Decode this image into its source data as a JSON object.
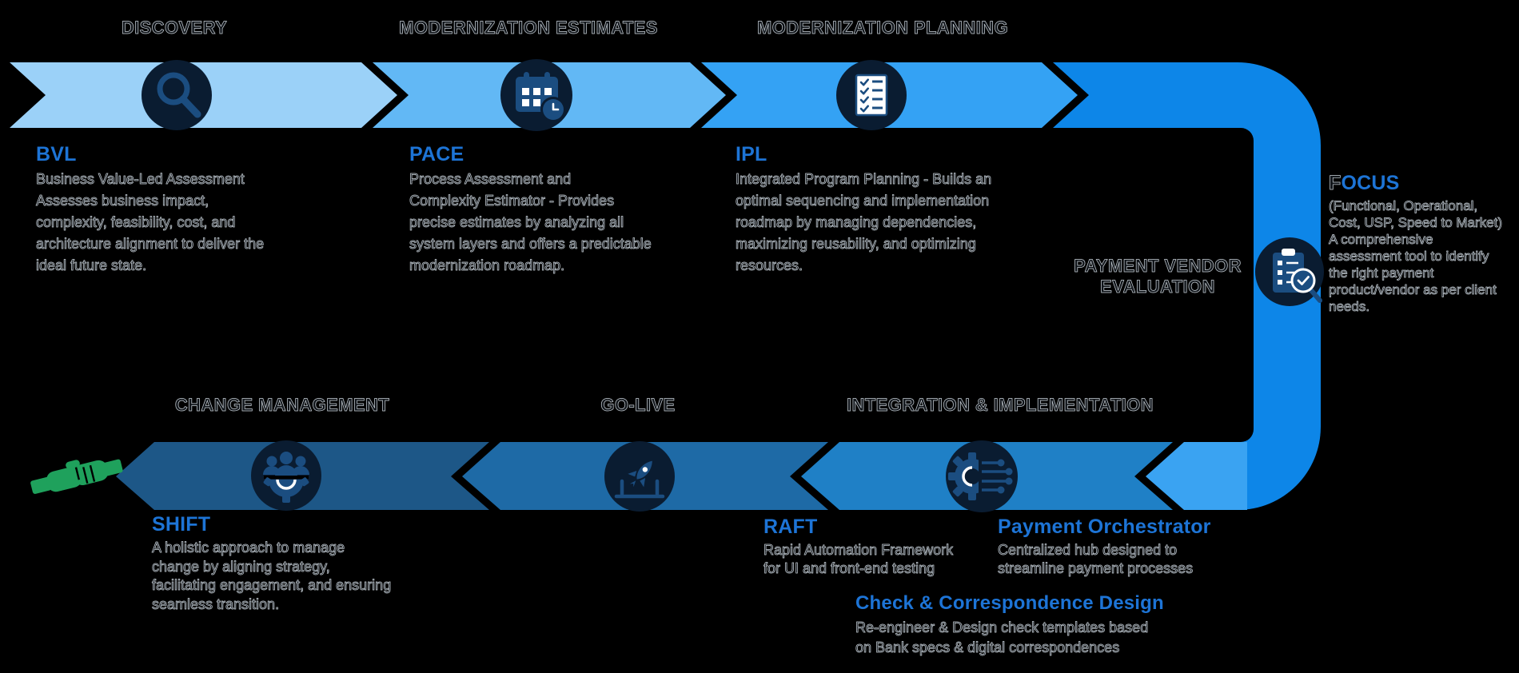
{
  "canvas": {
    "bg": "#000000"
  },
  "colors": {
    "top_segments": [
      "#9bd1f8",
      "#62b8f5",
      "#34a2f4"
    ],
    "curve": "#0d86e8",
    "bottom_segments": [
      "#3aa3f2",
      "#1f80c6",
      "#1e6aa6",
      "#1d5787"
    ],
    "icon_circle": "#0a1c31",
    "icon_glyph": "#1b4d80",
    "title_blue": "#1d74d6",
    "text_dark": "#101419",
    "handshake_green": "#1fa15c"
  },
  "top_row": {
    "stages": [
      {
        "header": "DISCOVERY",
        "icon": "search-icon"
      },
      {
        "header": "MODERNIZATION ESTIMATES",
        "icon": "calendar-clock-icon"
      },
      {
        "header": "MODERNIZATION PLANNING",
        "icon": "checklist-icon"
      },
      {
        "header": "PAYMENT VENDOR\nEVALUATION",
        "icon": "clipboard-check-icon"
      }
    ]
  },
  "bottom_row": {
    "stages": [
      {
        "header": "INTEGRATION & IMPLEMENTATION",
        "icon": "gear-circuit-icon"
      },
      {
        "header": "GO-LIVE",
        "icon": "rocket-launch-icon"
      },
      {
        "header": "CHANGE MANAGEMENT",
        "icon": "team-gear-icon"
      }
    ]
  },
  "callouts": {
    "bvl": {
      "title": "BVL",
      "body": "Business Value-Led Assessment\nAssesses business impact,\ncomplexity, feasibility, cost, and\narchitecture alignment to deliver the\nideal future state."
    },
    "pace": {
      "title": "PACE",
      "body": "Process Assessment and\nComplexity Estimator - Provides\nprecise estimates by analyzing all\nsystem layers and offers a predictable\nmodernization roadmap."
    },
    "ipl": {
      "title": "IPL",
      "body": "Integrated Program Planning - Builds an\noptimal sequencing and implementation\nroadmap by managing dependencies,\nmaximizing reusability, and optimizing\nresources."
    },
    "focus": {
      "title_prefix": "F",
      "title_rest": "OCUS",
      "body": "(Functional, Operational,\nCost, USP, Speed to Market)\nA comprehensive\nassessment tool to identify\nthe right payment\nproduct/vendor as per client\nneeds."
    },
    "shift": {
      "title": "SHIFT",
      "body": "A holistic approach to manage\nchange by aligning strategy,\nfacilitating engagement, and ensuring\nseamless transition."
    },
    "raft": {
      "title": "RAFT",
      "body": "Rapid Automation Framework\nfor UI and front-end testing"
    },
    "payment_orchestrator": {
      "title": "Payment Orchestrator",
      "body": "Centralized hub designed to\nstreamline payment processes"
    },
    "check_design": {
      "title": "Check & Correspondence Design",
      "body": "Re-engineer & Design check templates based\non Bank specs & digital correspondences"
    }
  }
}
